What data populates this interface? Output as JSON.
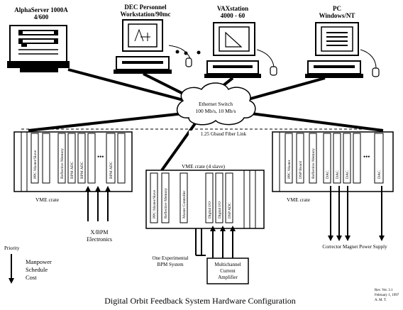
{
  "title": "Digital Orbit Feedback System Hardware Configuration",
  "revision": [
    "Rev. Ver. 3.1",
    "February 1, 1997",
    "A. M. T."
  ],
  "computers": {
    "alpha": [
      "AlphaServer 1000A",
      "4/600"
    ],
    "dec": [
      "DEC Personnel",
      "Workstation/90mc"
    ],
    "vax": [
      "VAXstation",
      "4000 - 60"
    ],
    "pc": [
      "PC",
      "Windows/NT"
    ]
  },
  "ethernet": [
    "Ethernet Switch",
    "100 Mb/s, 10 Mb/s"
  ],
  "fiber": "1.25 Gbaud Fiber Link",
  "crates": {
    "left": {
      "label": "VME crate",
      "cards": [
        "PPC Master/Slave",
        "Reflective Memory",
        "BPM ADC",
        "BPM ADC",
        "BPM ADC"
      ]
    },
    "center": {
      "label": "VME crate (4 slave)",
      "cards": [
        "PPC Master/Slave",
        "Reflective Memory",
        "Master Controller",
        "Digital I/O",
        "Digital I/O",
        "DSP ADC"
      ]
    },
    "right": {
      "label": "VME crate",
      "cards": [
        "PPC Master",
        "DSP Board",
        "Reflective Memory",
        "DAC",
        "DAC",
        "DAC",
        "DAC"
      ]
    }
  },
  "labels": {
    "bpm": [
      "X/BPM",
      "Electronics"
    ],
    "bpm_system": [
      "One Experimental",
      "BPM System"
    ],
    "amplifier": [
      "Multichannel",
      "Current",
      "Amplifier"
    ],
    "corrector": "Corrector Magnet Power Supply"
  },
  "priority": {
    "heading": "Priority",
    "items": [
      "Manpower",
      "Schedule",
      "Cost"
    ]
  }
}
